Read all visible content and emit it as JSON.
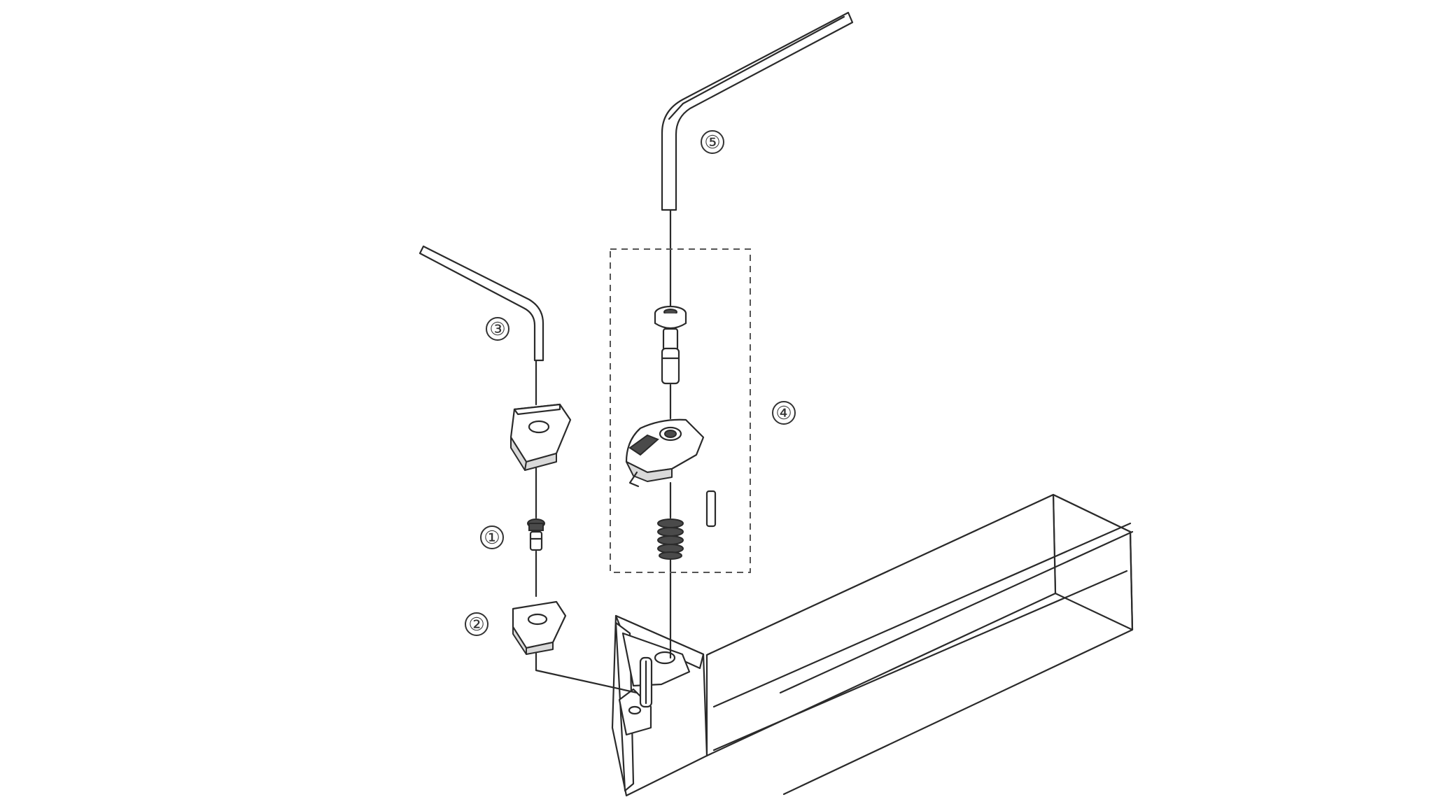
{
  "diagram": {
    "callouts": [
      {
        "id": "1",
        "label": "①"
      },
      {
        "id": "2",
        "label": "②"
      },
      {
        "id": "3",
        "label": "③"
      },
      {
        "id": "4",
        "label": "④"
      },
      {
        "id": "5",
        "label": "⑤"
      }
    ],
    "colors": {
      "line": "#2a2a2a",
      "shade": "#d9d9d9",
      "background": "#ffffff"
    }
  }
}
